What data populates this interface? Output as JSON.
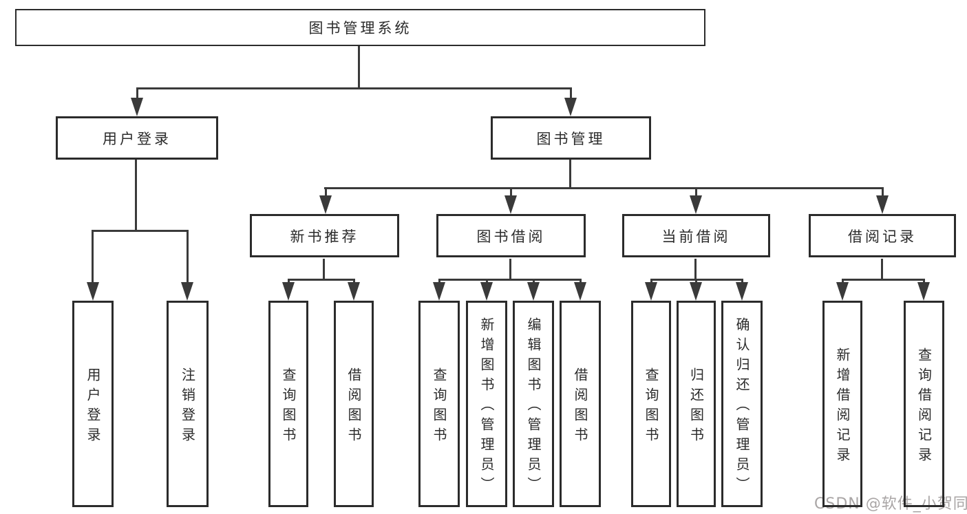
{
  "diagram_type": "hierarchy-tree",
  "colors": {
    "background": "#ffffff",
    "line": "#3a3a3a",
    "box_border": "#2b2b2b",
    "text": "#2b2b2b",
    "watermark": "#a9a5a5"
  },
  "tree": {
    "root": {
      "label": "图书管理系统",
      "children": [
        {
          "label": "用户登录",
          "children": [
            {
              "label": "用户登录"
            },
            {
              "label": "注销登录"
            }
          ]
        },
        {
          "label": "图书管理",
          "children": [
            {
              "label": "新书推荐",
              "children": [
                {
                  "label": "查询图书"
                },
                {
                  "label": "借阅图书"
                }
              ]
            },
            {
              "label": "图书借阅",
              "children": [
                {
                  "label": "查询图书"
                },
                {
                  "label": "新增图书（管理员）"
                },
                {
                  "label": "编辑图书（管理员）"
                },
                {
                  "label": "借阅图书"
                }
              ]
            },
            {
              "label": "当前借阅",
              "children": [
                {
                  "label": "查询图书"
                },
                {
                  "label": "归还图书"
                },
                {
                  "label": "确认归还（管理员）"
                }
              ]
            },
            {
              "label": "借阅记录",
              "children": [
                {
                  "label": "新增借阅记录"
                },
                {
                  "label": "查询借阅记录"
                }
              ]
            }
          ]
        }
      ]
    }
  },
  "watermark": {
    "text": "CSDN @软件_小贺同学"
  }
}
